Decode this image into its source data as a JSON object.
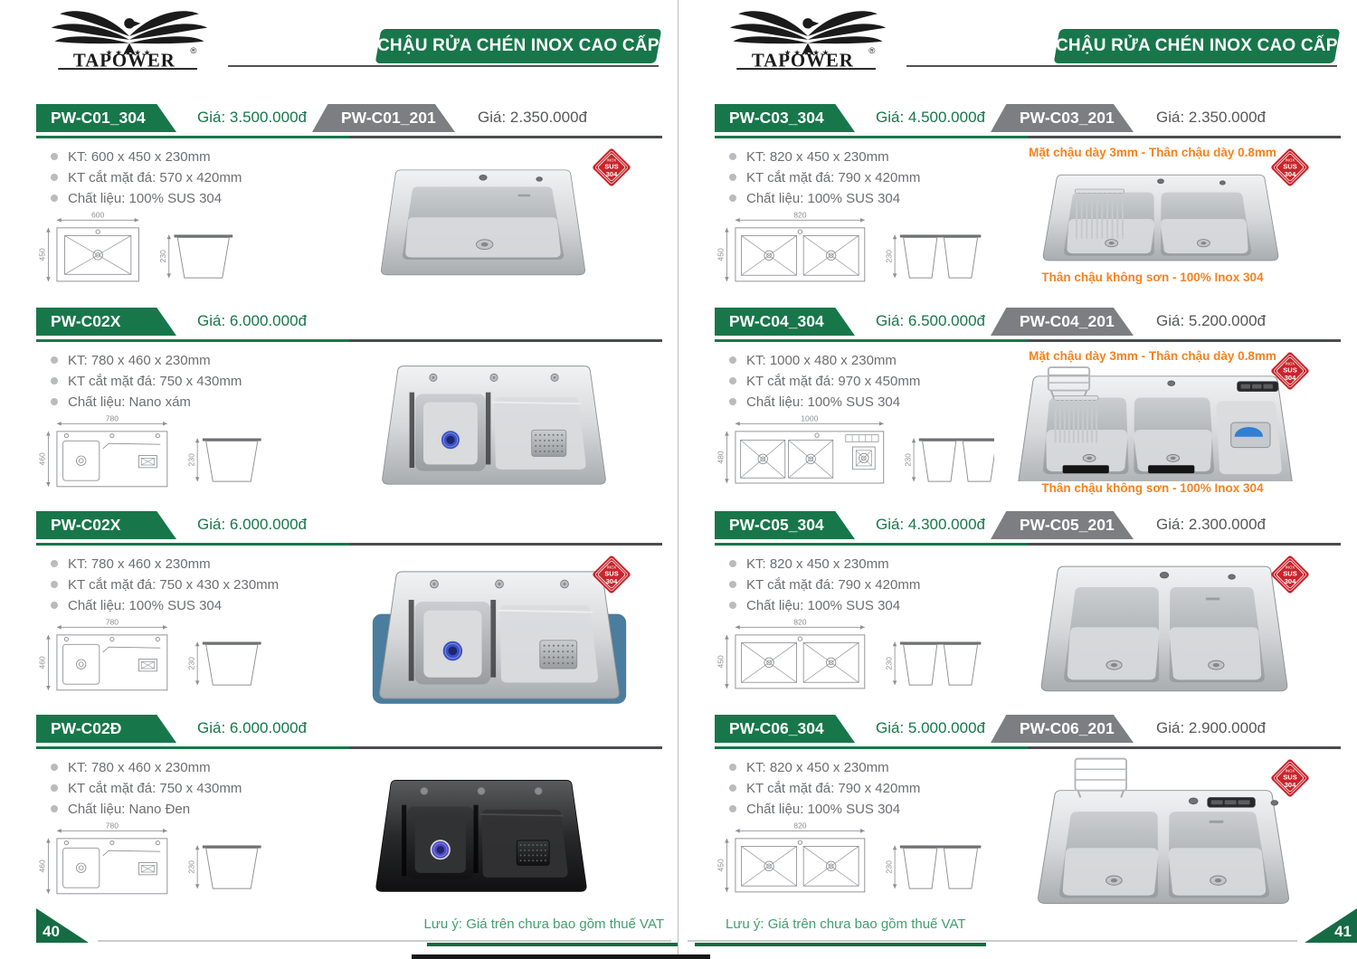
{
  "header": {
    "brand": "TAPOWER",
    "brand_reg": "®",
    "stars": "★★★★★",
    "banner": "CHẬU RỬA CHÉN INOX CAO CẤP"
  },
  "badge_304": {
    "line1": "INOX",
    "line2": "SUS",
    "line3": "304"
  },
  "footer_note": "Lưu ý: Giá trên chưa bao gồm thuế VAT",
  "colors": {
    "green": "#17774a",
    "gray_badge": "#7c7e81",
    "orange": "#f5821f",
    "red_badge": "#c9252c"
  },
  "pages": [
    {
      "page_number": "40",
      "products": [
        {
          "model_a": "PW-C01_304",
          "price_a": "Giá: 3.500.000đ",
          "model_b": "PW-C01_201",
          "price_b": "Giá: 2.350.000đ",
          "specs": [
            "KT: 600 x 450 x 230mm",
            "KT cắt mặt đá: 570 x 420mm",
            "Chất liệu: 100% SUS 304"
          ],
          "dims": {
            "w": "600",
            "h": "450",
            "d": "230"
          },
          "diagram": "single",
          "photo": "steel-single",
          "sus": true
        },
        {
          "model_a": "PW-C02X",
          "price_a": "Giá: 6.000.000đ",
          "specs": [
            "KT: 780 x 460 x 230mm",
            "KT cắt mặt đá: 750 x 430mm",
            "Chất liệu: Nano xám"
          ],
          "dims": {
            "w": "780",
            "h": "460",
            "d": "230"
          },
          "diagram": "half",
          "photo": "gray-half",
          "sus": false
        },
        {
          "model_a": "PW-C02X",
          "price_a": "Giá: 6.000.000đ",
          "specs": [
            "KT: 780 x 460 x 230mm",
            "KT cắt mặt đá: 750 x 430 x 230mm",
            "Chất liệu: 100% SUS 304"
          ],
          "dims": {
            "w": "780",
            "h": "460",
            "d": "230"
          },
          "diagram": "half",
          "photo": "steel-half-blue",
          "sus": true
        },
        {
          "model_a": "PW-C02Đ",
          "price_a": "Giá: 6.000.000đ",
          "specs": [
            "KT: 780 x 460 x 230mm",
            "KT cắt mặt đá: 750 x 430mm",
            "Chất liệu: Nano Đen"
          ],
          "dims": {
            "w": "780",
            "h": "460",
            "d": "230"
          },
          "diagram": "half",
          "photo": "black-half",
          "sus": false
        }
      ]
    },
    {
      "page_number": "41",
      "products": [
        {
          "model_a": "PW-C03_304",
          "price_a": "Giá: 4.500.000đ",
          "model_b": "PW-C03_201",
          "price_b": "Giá: 2.350.000đ",
          "specs": [
            "KT: 820 x 450 x 230mm",
            "KT cắt mặt đá: 790 x 420mm",
            "Chất liệu: 100% SUS 304"
          ],
          "dims": {
            "w": "820",
            "h": "450",
            "d": "230"
          },
          "diagram": "double",
          "photo": "steel-double-rack",
          "sus": true,
          "note_top": "Mặt chậu dày 3mm - Thân chậu dày 0.8mm",
          "note_bottom": "Thân chậu không sơn - 100% Inox 304"
        },
        {
          "model_a": "PW-C04_304",
          "price_a": "Giá: 6.500.000đ",
          "model_b": "PW-C04_201",
          "price_b": "Giá: 5.200.000đ",
          "specs": [
            "KT: 1000 x 480 x 230mm",
            "KT cắt mặt đá: 970 x 450mm",
            "Chất liệu: 100% SUS 304"
          ],
          "dims": {
            "w": "1000",
            "h": "480",
            "d": "230"
          },
          "diagram": "triple",
          "photo": "steel-long",
          "sus": true,
          "note_top": "Mặt chậu dày 3mm - Thân chậu dày 0.8mm",
          "note_bottom": "Thân chậu không sơn - 100% Inox 304"
        },
        {
          "model_a": "PW-C05_304",
          "price_a": "Giá: 4.300.000đ",
          "model_b": "PW-C05_201",
          "price_b": "Giá: 2.300.000đ",
          "specs": [
            "KT: 820 x 450 x 230mm",
            "KT cắt mặt đá: 790 x 420mm",
            "Chất liệu: 100% SUS 304"
          ],
          "dims": {
            "w": "820",
            "h": "450",
            "d": "230"
          },
          "diagram": "double",
          "photo": "steel-double",
          "sus": true
        },
        {
          "model_a": "PW-C06_304",
          "price_a": "Giá: 5.000.000đ",
          "model_b": "PW-C06_201",
          "price_b": "Giá: 2.900.000đ",
          "specs": [
            "KT: 820 x 450 x 230mm",
            "KT cắt mặt đá: 790 x 420mm",
            "Chất liệu: 100% SUS 304"
          ],
          "dims": {
            "w": "820",
            "h": "450",
            "d": "230"
          },
          "diagram": "double",
          "photo": "steel-double-rack2",
          "sus": true
        }
      ]
    }
  ]
}
